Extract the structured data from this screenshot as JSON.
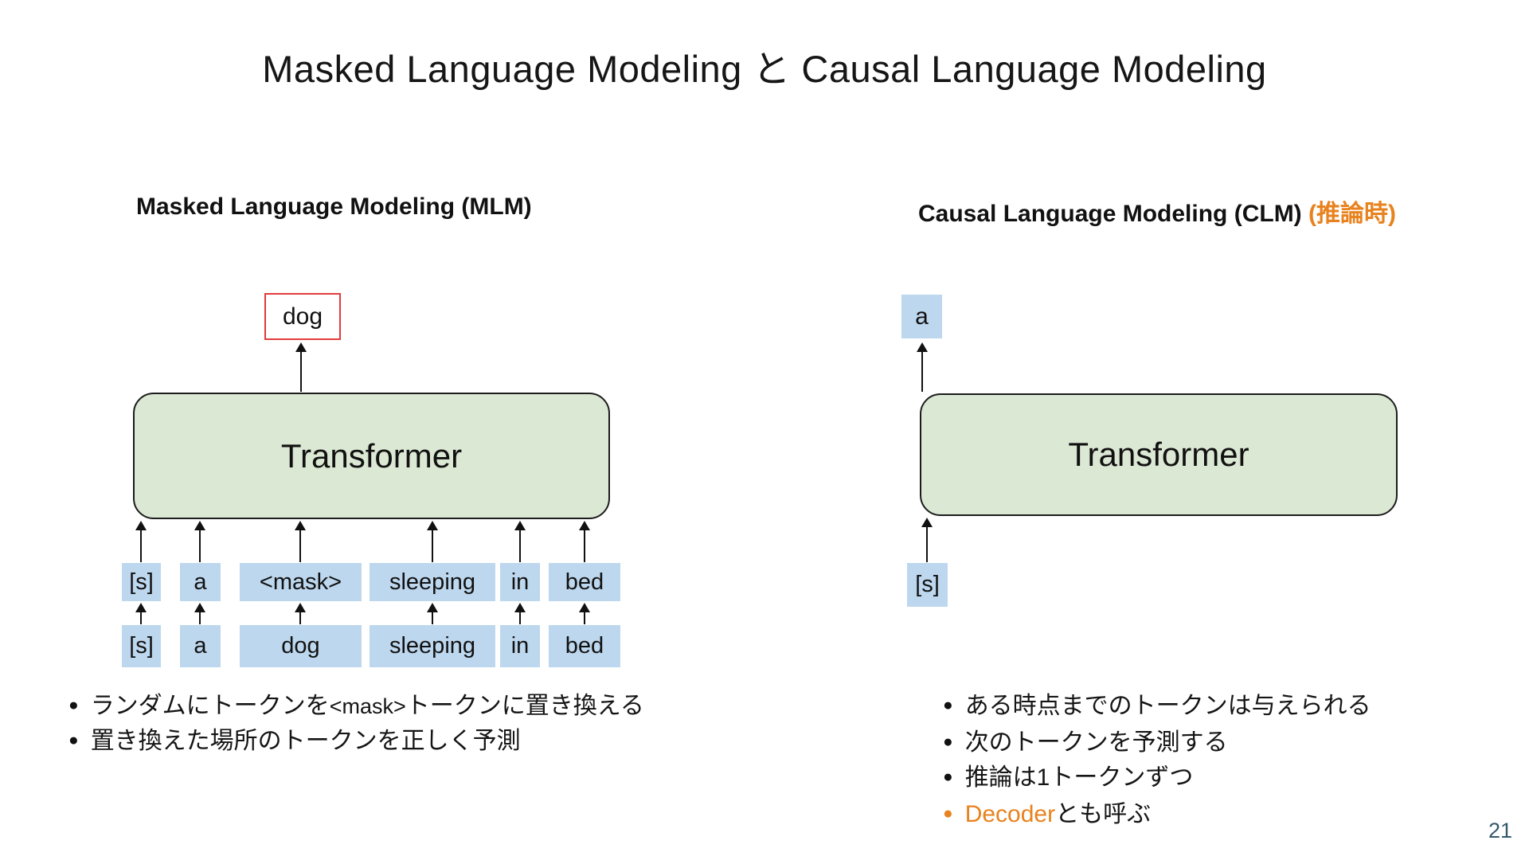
{
  "title": "Masked Language Modeling と Causal Language Modeling",
  "page_number": "21",
  "colors": {
    "accent_orange": "#e8821e",
    "token_blue": "#bdd7ee",
    "transformer_green": "#dbe8d4",
    "output_red_border": "#e23b3b",
    "page_number_teal": "#35586c"
  },
  "mlm": {
    "heading": "Masked Language Modeling (MLM)",
    "output_token": "dog",
    "transformer_label": "Transformer",
    "masked_tokens": [
      "[s]",
      "a",
      "<mask>",
      "sleeping",
      "in",
      "bed"
    ],
    "original_tokens": [
      "[s]",
      "a",
      "dog",
      "sleeping",
      "in",
      "bed"
    ],
    "bullets": [
      {
        "segments": [
          {
            "text": "ランダムにトークンを"
          },
          {
            "text": "<mask>",
            "code": true
          },
          {
            "text": "トークンに置き換える"
          }
        ]
      },
      {
        "segments": [
          {
            "text": "置き換えた場所のトークンを正しく予測"
          }
        ]
      }
    ]
  },
  "clm": {
    "heading": "Causal Language Modeling (CLM)",
    "heading_note": "(推論時)",
    "output_token": "a",
    "transformer_label": "Transformer",
    "input_token": "[s]",
    "bullets": [
      {
        "segments": [
          {
            "text": "ある時点までのトークンは与えられる"
          }
        ]
      },
      {
        "segments": [
          {
            "text": "次のトークンを予測する"
          }
        ]
      },
      {
        "segments": [
          {
            "text": "推論は1トークンずつ"
          }
        ]
      },
      {
        "accent_bullet": true,
        "segments": [
          {
            "text": "Decoder",
            "accent": true
          },
          {
            "text": "とも呼ぶ"
          }
        ]
      }
    ]
  }
}
